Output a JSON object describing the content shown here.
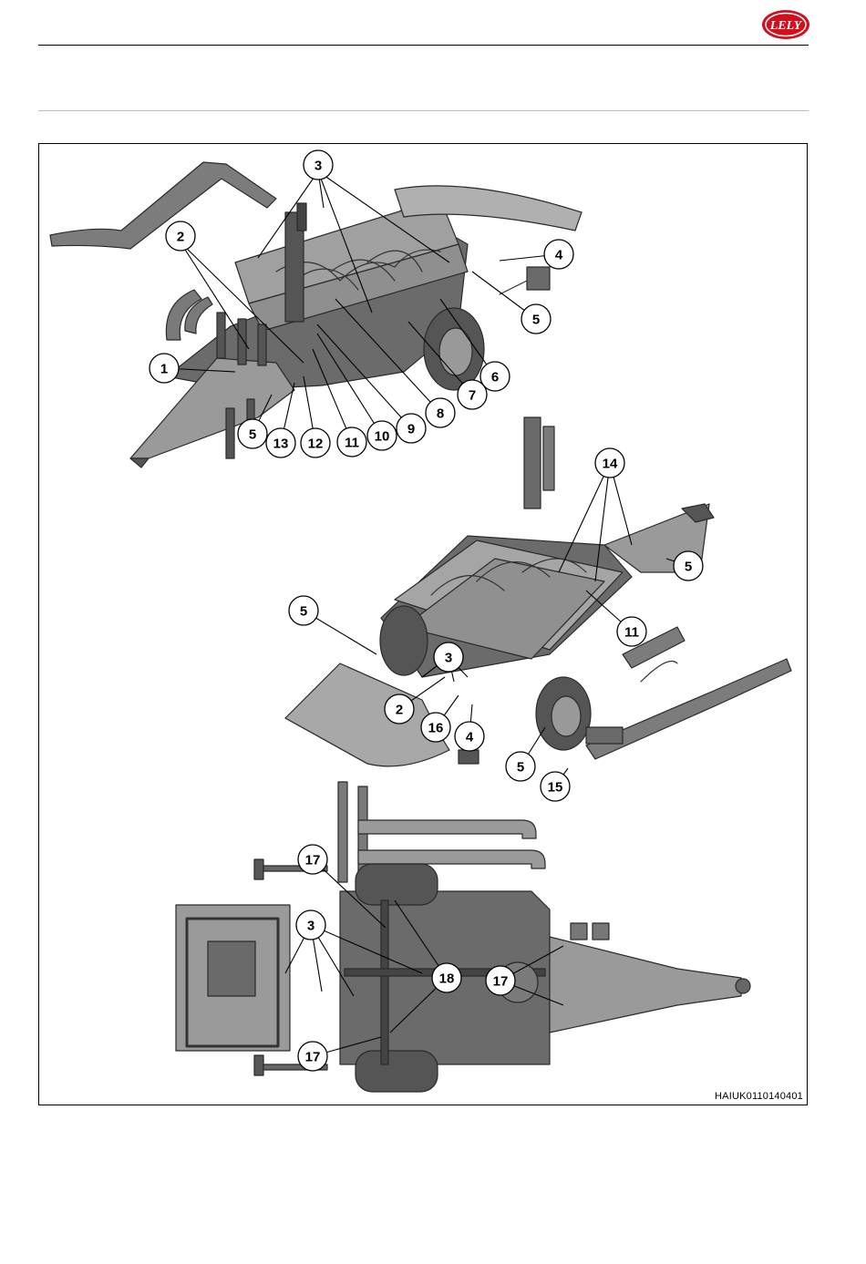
{
  "brand": {
    "logo_text": "LELY",
    "logo_color": "#d0101e"
  },
  "figure": {
    "code": "HAIUK0110140401",
    "line_color": "#000000",
    "part_fill": "#8a8a8a",
    "part_dark": "#5e5e5e",
    "part_light": "#b9b9b9",
    "callouts": [
      "3",
      "2",
      "4",
      "5",
      "1",
      "6",
      "7",
      "8",
      "9",
      "10",
      "11",
      "12",
      "13",
      "5",
      "14",
      "5",
      "5",
      "11",
      "3",
      "2",
      "16",
      "4",
      "5",
      "15",
      "17",
      "3",
      "18",
      "17",
      "17"
    ]
  }
}
